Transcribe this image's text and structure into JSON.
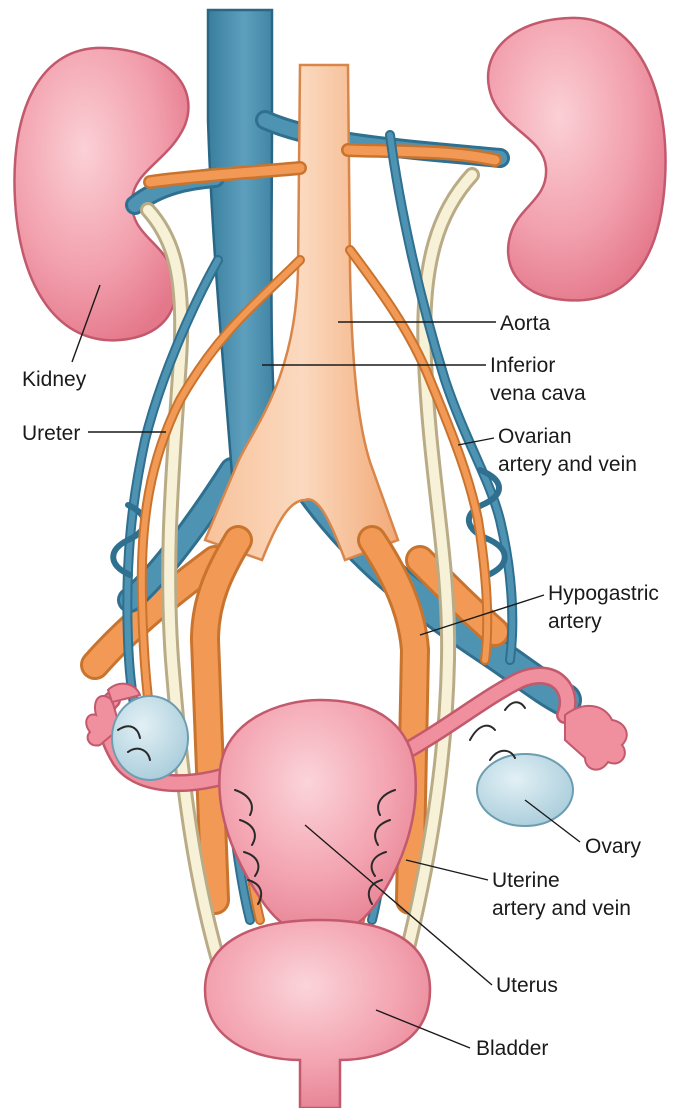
{
  "labels": {
    "kidney": "Kidney",
    "ureter": "Ureter",
    "aorta": "Aorta",
    "ivc_line1": "Inferior",
    "ivc_line2": "vena cava",
    "ovarian_line1": "Ovarian",
    "ovarian_line2": "artery and vein",
    "hypogastric_line1": "Hypogastric",
    "hypogastric_line2": "artery",
    "ovary": "Ovary",
    "uterine_line1": "Uterine",
    "uterine_line2": "artery and vein",
    "uterus": "Uterus",
    "bladder": "Bladder"
  },
  "colors": {
    "organ_pink": "#f08f9e",
    "vein_blue": "#3b7f9f",
    "artery_orange": "#f5a262",
    "ureter_cream": "#f7f1d8",
    "ovary_blue": "#b7d6e2"
  }
}
